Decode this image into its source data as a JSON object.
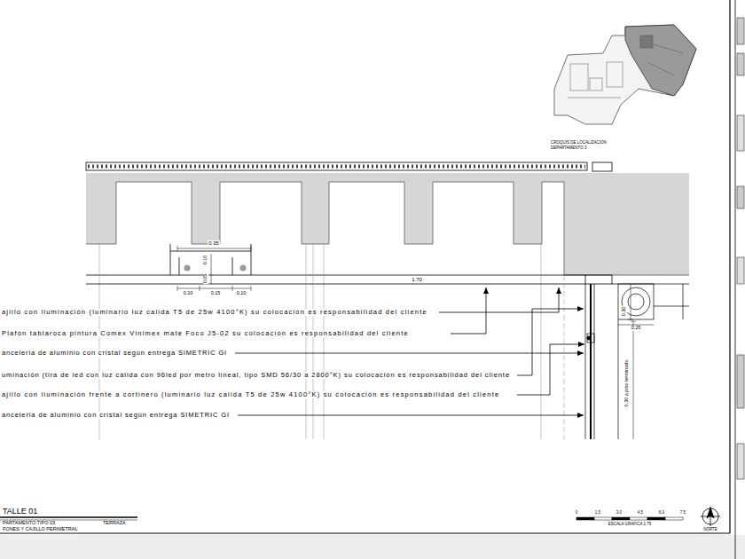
{
  "diagram": {
    "title": "TALLE 01",
    "labels": [
      "0.35",
      "0.10",
      "0.05",
      "0.10",
      "0.15",
      "0.10",
      "1.70",
      "0.30",
      "0.25",
      "0.30 a piso terminado",
      "ajillo con iluminación (luminario luz calida T5 de 25w 4100°K) su colocación es responsabilidad del cliente",
      "Plafón tablaroca pintura Comex Vinimex mate Foco J5-02  su colocación es responsabilidad del cliente",
      "anceleria de aluminio con cristal según entrega SIMETRIC GI",
      "uminación (tira de led con luz cálida con 96led por metro lineal, tipo SMD 56/30 a 2800°K) su colocación es responsabilidad del cliente",
      "ajillo con iluminación frente a cortinero (luminario luz calida T5 de 25w 4100°K) su colocación es responsabilidad del cliente",
      "anceleria de aluminio con cristal según entrega SIMETRIC GI",
      "PARTAMENTO TIPO 03",
      "TERRAZA",
      "FONES Y CAJILLO PERIMETRAL",
      "CROQUIS DE LOCALIZACION",
      "DEPARTAMENTO 3",
      "0",
      "1.5",
      "3.0",
      "4.5",
      "6.0",
      "7.5",
      "ESCALA GRAFICA 1:75",
      "NORTE"
    ]
  }
}
